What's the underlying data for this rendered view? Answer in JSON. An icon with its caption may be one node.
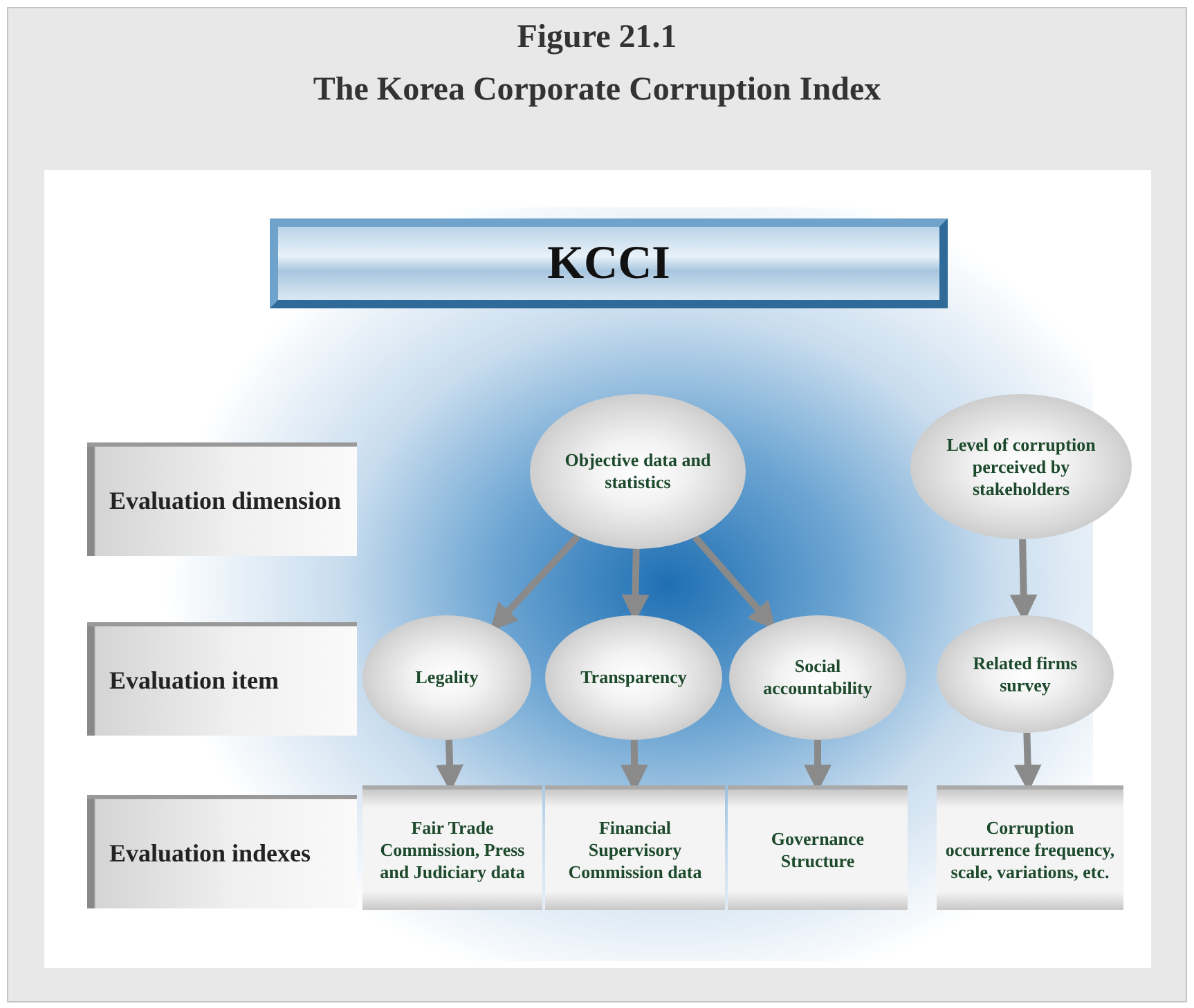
{
  "diagram": {
    "title": "The Korea Corporate Corruption Index",
    "nodes": [
      {
        "text": [
          "KCCI"
        ]
      },
      {
        "text": [
          "Evaluation dimension"
        ]
      },
      {
        "text": [
          "Evaluation item"
        ]
      },
      {
        "text": [
          "Evaluation indexes"
        ]
      },
      {
        "text": [
          "Objective data and statistics"
        ]
      },
      {
        "text": [
          "Level of corruption perceived by stakeholders"
        ]
      },
      {
        "text": [
          "Legality"
        ]
      },
      {
        "text": [
          "Transparency"
        ]
      },
      {
        "text": [
          "Social accountability"
        ]
      },
      {
        "text": [
          "Related firms survey"
        ]
      },
      {
        "text": [
          "Fair Trade Commission, Press and Judiciary data"
        ]
      },
      {
        "text": [
          "Financial Supervisory Commission data"
        ]
      },
      {
        "text": [
          "Governance Structure"
        ]
      },
      {
        "text": [
          "Corruption occurrence frequency, scale, variations, etc."
        ]
      }
    ],
    "edges": [
      {
        "from": 4,
        "to": 6,
        "arrow": "to"
      },
      {
        "from": 4,
        "to": 7,
        "arrow": "to"
      },
      {
        "from": 4,
        "to": 8,
        "arrow": "to"
      },
      {
        "from": 5,
        "to": 9,
        "arrow": "to"
      },
      {
        "from": 6,
        "to": 10,
        "arrow": "to"
      },
      {
        "from": 7,
        "to": 11,
        "arrow": "to"
      },
      {
        "from": 8,
        "to": 12,
        "arrow": "to"
      },
      {
        "from": 9,
        "to": 13,
        "arrow": "to"
      }
    ],
    "labels": [
      "Figure 21.1"
    ]
  }
}
